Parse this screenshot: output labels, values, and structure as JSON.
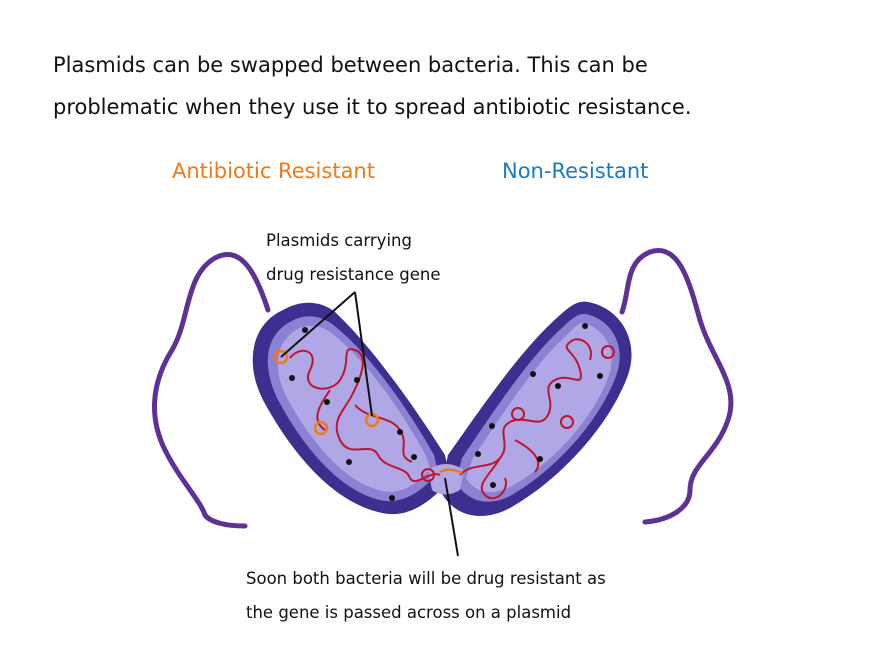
{
  "intro": {
    "line1": "Plasmids can be swapped between bacteria. This can be",
    "line2": "problematic when they use it to spread antibiotic resistance."
  },
  "headings": {
    "resistant": "Antibiotic Resistant",
    "non_resistant": "Non-Resistant"
  },
  "annotations": {
    "plasmid_line1": "Plasmids carrying",
    "plasmid_line2": "drug resistance gene",
    "soon_line1": "Soon both bacteria will be drug resistant as",
    "soon_line2": "the gene is passed across on a plasmid"
  },
  "colors": {
    "resistant": "#F07A14",
    "non_resistant": "#1A7BC4",
    "membrane": "#3D2F90",
    "cytoplasm": "#B0A8E6",
    "inner_ring": "#8C82D4",
    "flagellum": "#5E3196",
    "dna": "#C0142C",
    "plasmid_resistant": "#F07A14",
    "plasmid_normal": "#C0142C",
    "granule": "#111111"
  }
}
